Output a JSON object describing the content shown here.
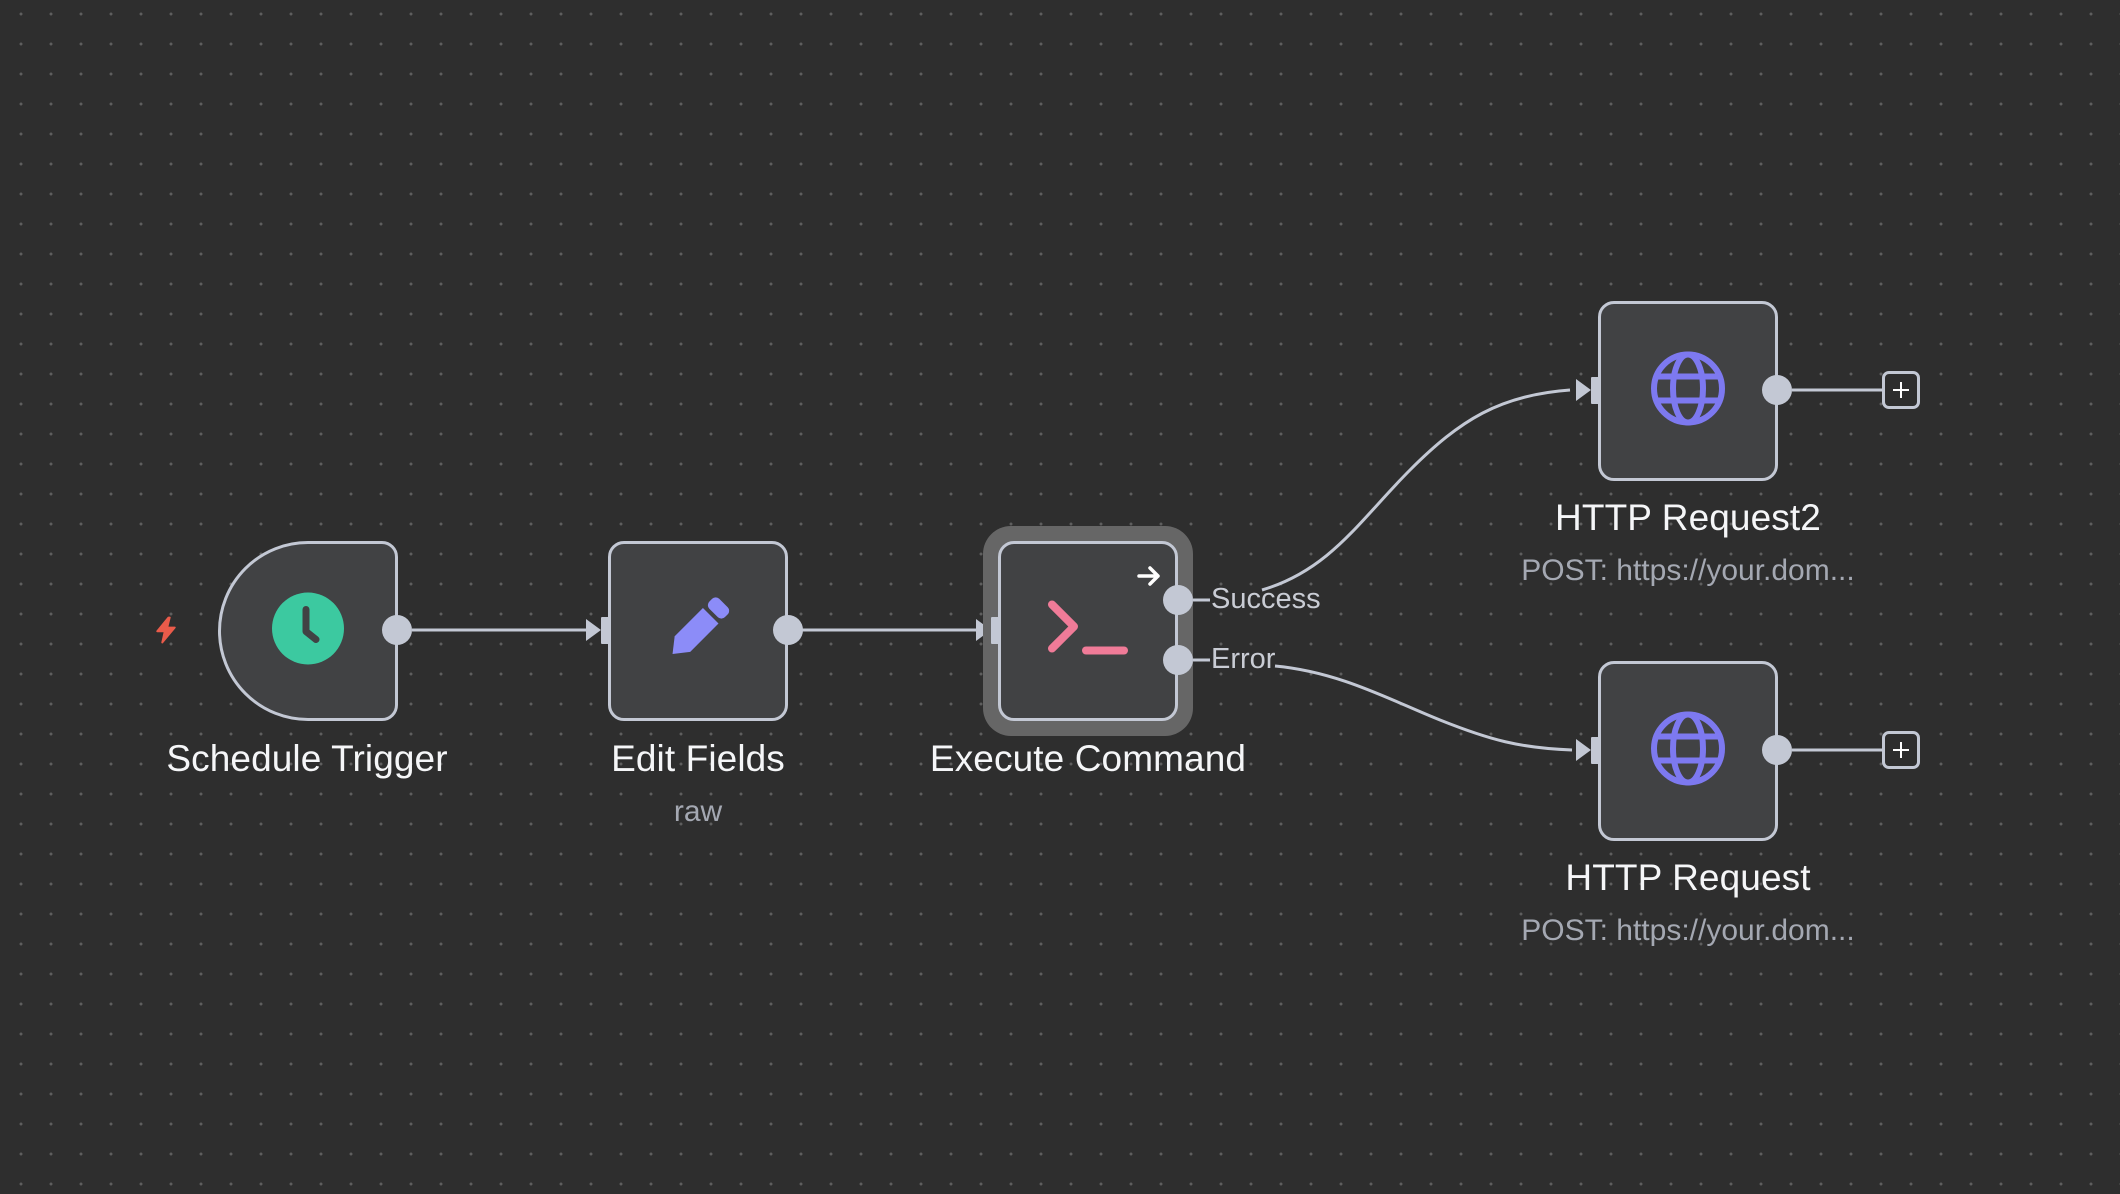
{
  "canvas": {
    "background_color": "#2e2e2e",
    "dot_color": "#5e5e5e"
  },
  "colors": {
    "node_fill": "#414244",
    "node_border": "#c3c8d4",
    "edge": "#c3c8d4",
    "trigger_icon": "#3cc9a0",
    "edit_icon": "#8c8cf8",
    "terminal_icon": "#f07b98",
    "globe_icon": "#7d79f0",
    "bolt_icon": "#ea5b4a",
    "selected_highlight": "#666666"
  },
  "nodes": [
    {
      "id": "schedule-trigger",
      "title": "Schedule Trigger",
      "subtitle": null,
      "icon": "clock-icon",
      "type": "trigger"
    },
    {
      "id": "edit-fields",
      "title": "Edit Fields",
      "subtitle": "raw",
      "icon": "pencil-icon"
    },
    {
      "id": "execute-command",
      "title": "Execute Command",
      "subtitle": null,
      "icon": "terminal-icon",
      "selected": true,
      "outputs": [
        "Success",
        "Error"
      ]
    },
    {
      "id": "http-request2",
      "title": "HTTP Request2",
      "subtitle": "POST: https://your.dom...",
      "icon": "globe-icon"
    },
    {
      "id": "http-request",
      "title": "HTTP Request",
      "subtitle": "POST: https://your.dom...",
      "icon": "globe-icon"
    }
  ],
  "connections": [
    {
      "from": "Schedule Trigger",
      "to": "Edit Fields"
    },
    {
      "from": "Edit Fields",
      "to": "Execute Command"
    },
    {
      "from": "Execute Command",
      "output": "Success",
      "to": "HTTP Request2"
    },
    {
      "from": "Execute Command",
      "output": "Error",
      "to": "HTTP Request"
    }
  ],
  "ports": {
    "success_label": "Success",
    "error_label": "Error"
  }
}
